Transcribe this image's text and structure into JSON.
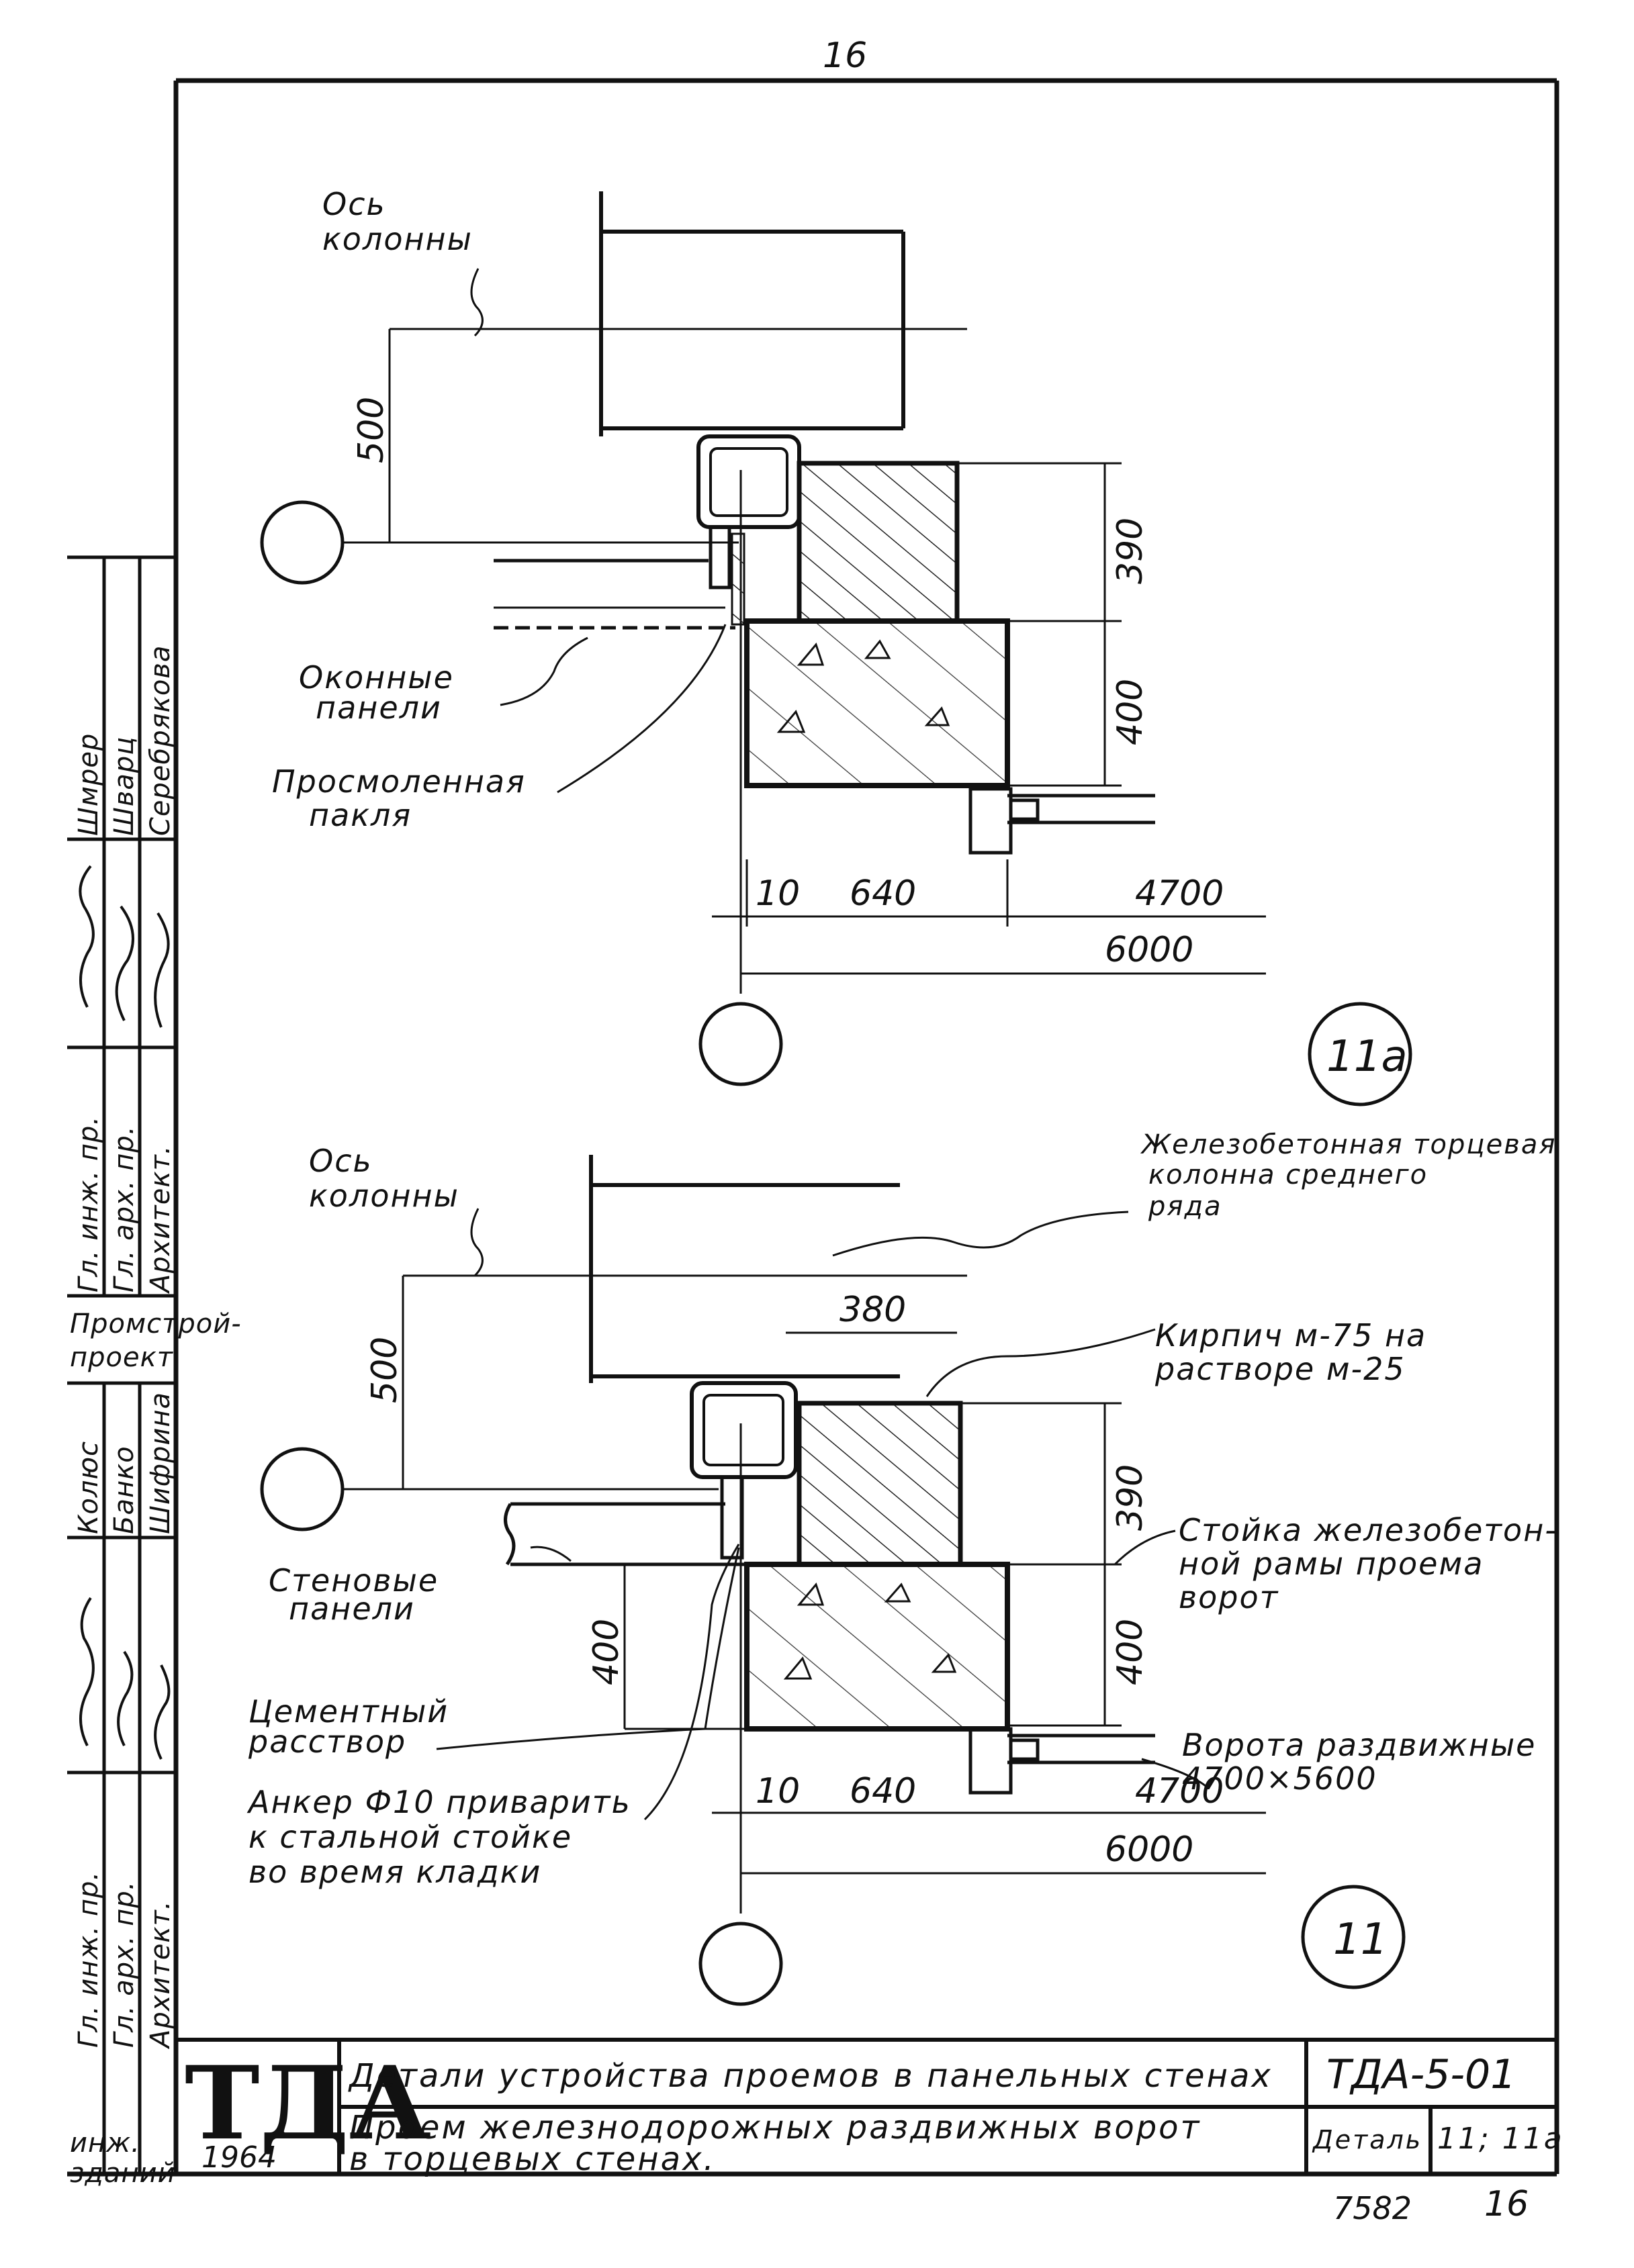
{
  "page_number": "16",
  "detail_top": {
    "marker": "11a",
    "labels": {
      "column_axis": [
        "Ось",
        "колонны"
      ],
      "window_panels": [
        "Оконные",
        "панели"
      ],
      "tarred_tow": [
        "Просмоленная",
        "пакля"
      ]
    },
    "dimensions": {
      "d500": "500",
      "d390": "390",
      "d400": "400",
      "d10": "10",
      "d640": "640",
      "d4700": "4700",
      "d6000": "6000"
    }
  },
  "detail_bottom": {
    "marker": "11",
    "labels": {
      "column_axis": [
        "Ось",
        "колонны"
      ],
      "rc_column": [
        "Железобетонная торцевая",
        "колонна среднего",
        "ряда"
      ],
      "brick": [
        "Кирпич м-75 на",
        "растворе м-25"
      ],
      "gate_post": [
        "Стойка железобетон-",
        "ной рамы проема",
        "ворот"
      ],
      "wall_panels": [
        "Стеновые",
        "панели"
      ],
      "cement_mortar": [
        "Цементный",
        "расствор"
      ],
      "anchor": [
        "Анкер Ф10 приварить",
        "к стальной стойке",
        "во время кладки"
      ],
      "sliding_gate": [
        "Ворота раздвижные",
        "4700×5600"
      ]
    },
    "dimensions": {
      "d500": "500",
      "d380": "380",
      "d390": "390",
      "d400a": "400",
      "d400b": "400",
      "d10": "10",
      "d640": "640",
      "d4700": "4700",
      "d6000": "6000"
    }
  },
  "title_block": {
    "logo": "ТДА",
    "year": "1964",
    "title_line1": "Детали устройства проемов в панельных стенах",
    "title_line2": "Проем железнодорожных раздвижных ворот",
    "title_line3": "в торцевых стенах.",
    "doc_code": "ТДА-5-01",
    "detail_label": "Деталь",
    "detail_value": "11; 11а",
    "archive_no": "7582",
    "sheet_no": "16"
  },
  "side_stamp": {
    "names_top": [
      "Шмрер",
      "Шварц",
      "Серебрякова"
    ],
    "roles_top": [
      "Гл. инж. пр.",
      "Гл. арх. пр.",
      "Архитект."
    ],
    "org": [
      "Промстрой-",
      "проект"
    ],
    "names_bottom": [
      "Колюс",
      "Банко",
      "Шифрина"
    ],
    "roles_bottom": [
      "Гл. инж. пр.",
      "Гл. арх. пр.",
      "Архитект."
    ],
    "dept": [
      "инж.",
      "зданий"
    ]
  }
}
